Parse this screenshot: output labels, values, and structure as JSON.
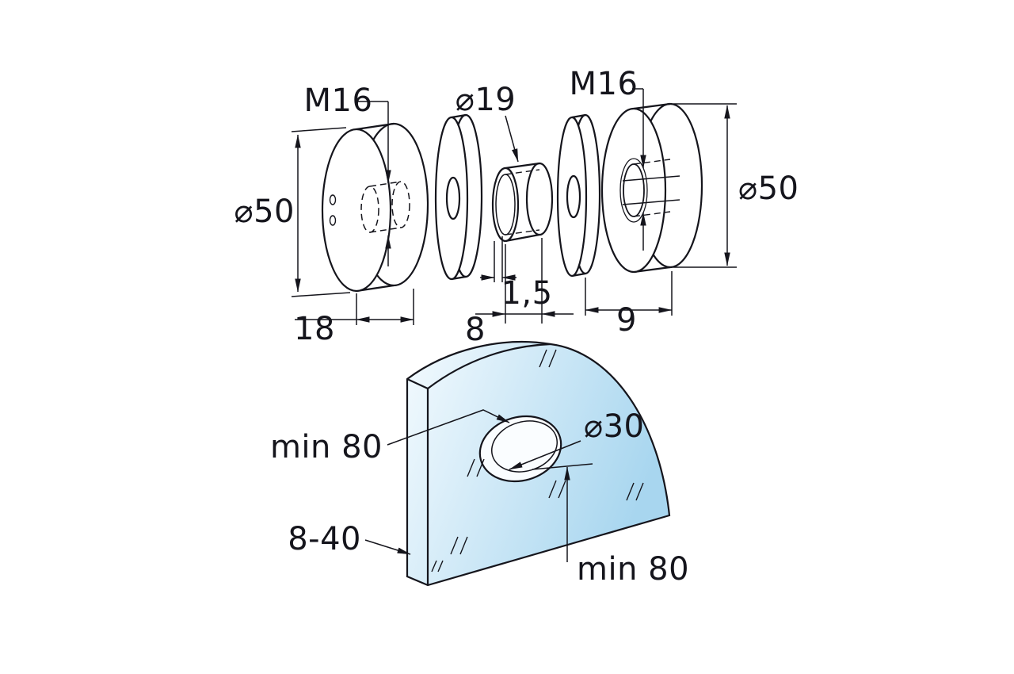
{
  "title": "k277-8",
  "colors": {
    "line": "#15151c",
    "glass_light": "#f3fafe",
    "glass_deep": "#a8d6ef"
  },
  "dimensions": {
    "thread_left": "M16",
    "sleeve_outer_dia": "⌀19",
    "thread_right": "M16",
    "cap_left_dia": "⌀50",
    "cap_right_dia": "⌀50",
    "cap_left_thickness": "18",
    "sleeve_length": "8",
    "sleeve_wall": "1,5",
    "cap_right_thickness": "9",
    "hole_edge_distance_top": "min 80",
    "glass_hole_dia": "⌀30",
    "glass_thickness_range": "8-40",
    "hole_edge_distance_bottom": "min 80"
  }
}
